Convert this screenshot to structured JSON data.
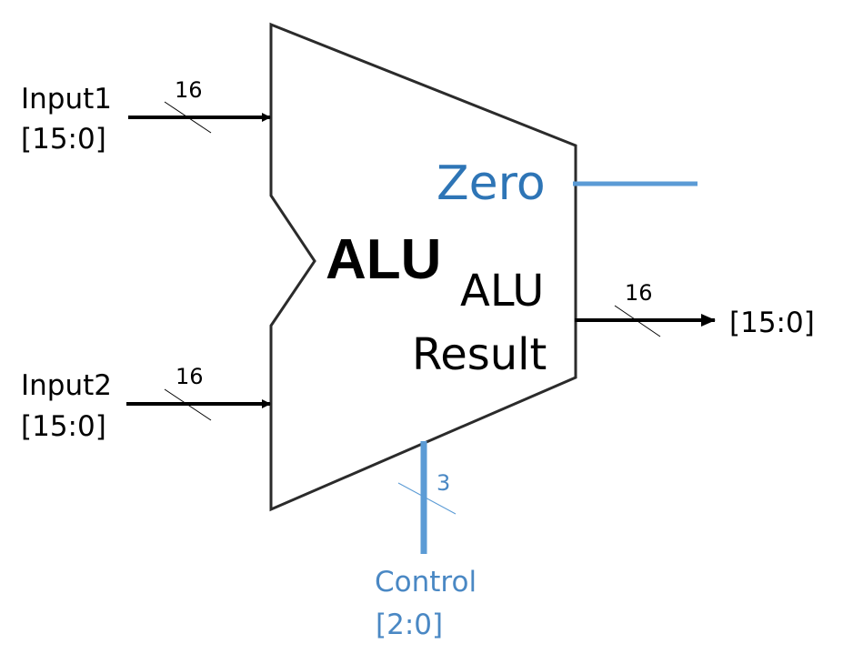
{
  "alu": {
    "title": "ALU",
    "zero_label": "Zero",
    "result_label_line1": "ALU",
    "result_label_line2": "Result"
  },
  "inputs": [
    {
      "name": "Input1",
      "range": "[15:0]",
      "width": "16"
    },
    {
      "name": "Input2",
      "range": "[15:0]",
      "width": "16"
    }
  ],
  "output": {
    "range": "[15:0]",
    "width": "16"
  },
  "control": {
    "name": "Control",
    "range": "[2:0]",
    "width": "3"
  },
  "colors": {
    "wire": "#000000",
    "control_blue": "#5b9bd5",
    "zero_blue": "#2e75b6",
    "control_text": "#4a88c4"
  }
}
